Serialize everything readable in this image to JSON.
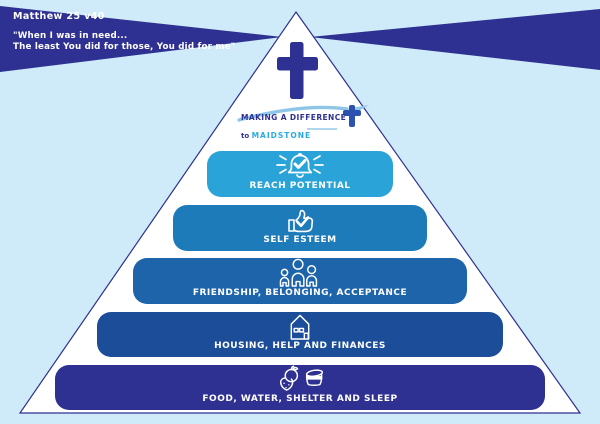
{
  "colors": {
    "background": "#cfeaf8",
    "navy": "#2e3192",
    "pyramid_fill": "#ffffff",
    "pyramid_border": "#2e3192",
    "swoosh": "#8ec6e8",
    "logo_cyan": "#29abe2",
    "logo_cross_blue": "#2a52ae",
    "label_text": "#ffffff"
  },
  "banner": {
    "reference": "Matthew 25 v40",
    "quote_line1": "\"When I was in need...",
    "quote_line2": "The least You did for those, You did for me\""
  },
  "logo": {
    "title": "MAKING A DIFFERENCE",
    "subtitle_prefix": "to ",
    "subtitle_name": "MAIDSTONE"
  },
  "pyramid": {
    "levels": [
      {
        "label": "REACH POTENTIAL",
        "color": "#29a3d8",
        "icon": "bell-check-icon"
      },
      {
        "label": "SELF ESTEEM",
        "color": "#1e7bba",
        "icon": "thumbs-up-check-icon"
      },
      {
        "label": "FRIENDSHIP, BELONGING, ACCEPTANCE",
        "color": "#1d64ab",
        "icon": "people-group-icon"
      },
      {
        "label": "HOUSING, HELP AND FINANCES",
        "color": "#1c4d99",
        "icon": "house-icon"
      },
      {
        "label": "FOOD, WATER, SHELTER AND SLEEP",
        "color": "#2e3192",
        "icon": "food-water-icon"
      }
    ]
  }
}
